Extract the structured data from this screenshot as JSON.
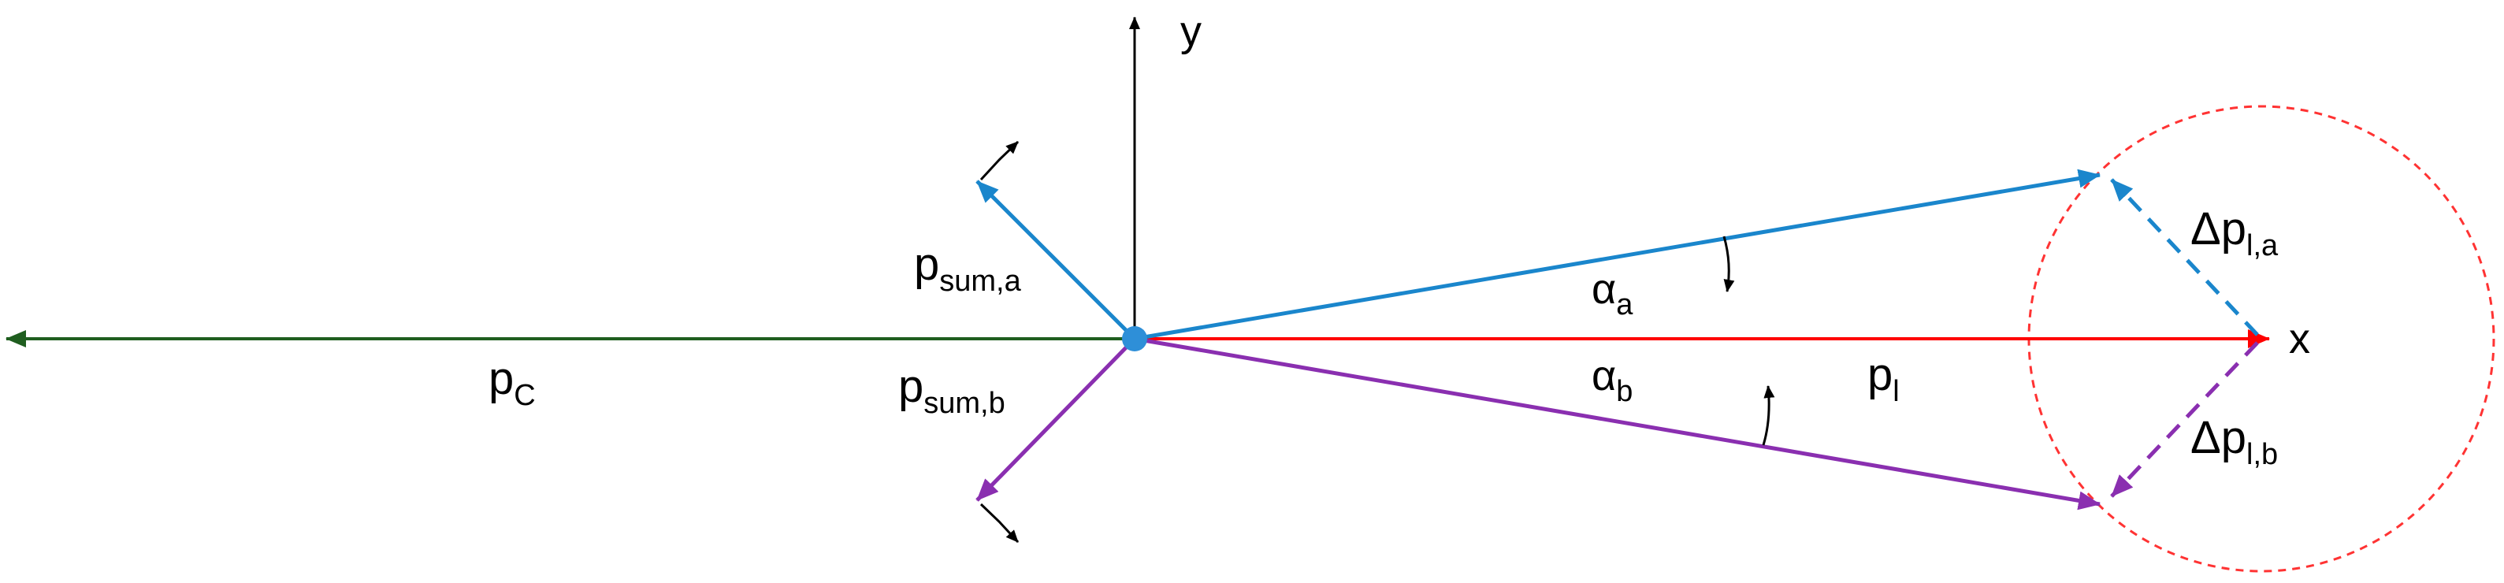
{
  "labels": {
    "axis_y": "y",
    "axis_x": "x",
    "p_sum_a": {
      "main": "p",
      "sub": "sum,a"
    },
    "p_sum_b": {
      "main": "p",
      "sub": "sum,b"
    },
    "p_c": {
      "main": "p",
      "sub": "C"
    },
    "p_l": {
      "main": "p",
      "sub": "l"
    },
    "alpha_a": {
      "main": "α",
      "sub": "a"
    },
    "alpha_b": {
      "main": "α",
      "sub": "b"
    },
    "delta_p_l_a": {
      "main": "Δp",
      "sub": "l,a"
    },
    "delta_p_l_b": {
      "main": "Δp",
      "sub": "l,b"
    }
  },
  "colors": {
    "p_c": "#1f5e1f",
    "p_l": "#ff0000",
    "case_a": "#1a86cc",
    "case_b": "#8a2fb0",
    "circle": "#ff3333",
    "origin": "#2e8fd8",
    "axis": "#000000"
  }
}
